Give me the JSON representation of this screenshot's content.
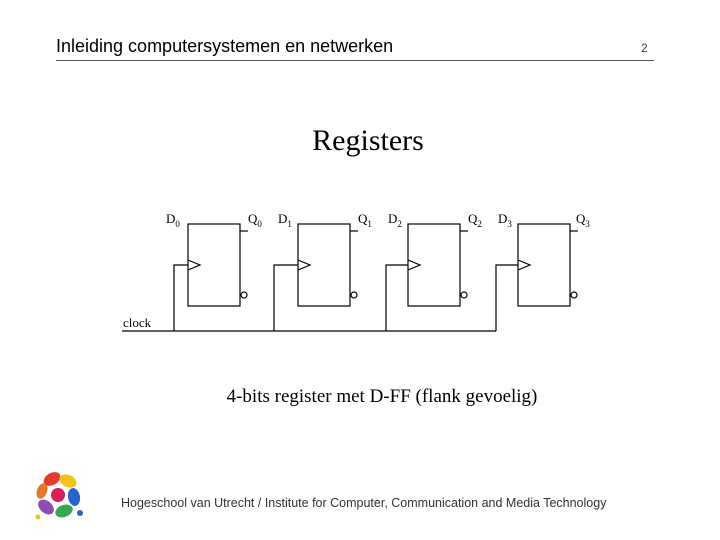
{
  "header": {
    "title": "Inleiding computersystemen en netwerken",
    "page_number": "2"
  },
  "slide": {
    "title": "Registers",
    "caption": "4-bits register met D-FF (flank gevoelig)"
  },
  "diagram": {
    "flipflops": [
      {
        "d_label": "D",
        "d_sub": "0",
        "q_label": "Q",
        "q_sub": "0"
      },
      {
        "d_label": "D",
        "d_sub": "1",
        "q_label": "Q",
        "q_sub": "1"
      },
      {
        "d_label": "D",
        "d_sub": "2",
        "q_label": "Q",
        "q_sub": "2"
      },
      {
        "d_label": "D",
        "d_sub": "3",
        "q_label": "Q",
        "q_sub": "3"
      }
    ],
    "clock_label": "clock"
  },
  "footer": {
    "text": "Hogeschool van Utrecht / Institute for Computer, Communication and Media Technology"
  },
  "logo": {
    "icon": "hogeschool-utrecht-logo-icon",
    "colors": [
      "#e23b2e",
      "#f2c318",
      "#2a66c9",
      "#3aa655",
      "#8a4fb0",
      "#e7752a"
    ]
  }
}
